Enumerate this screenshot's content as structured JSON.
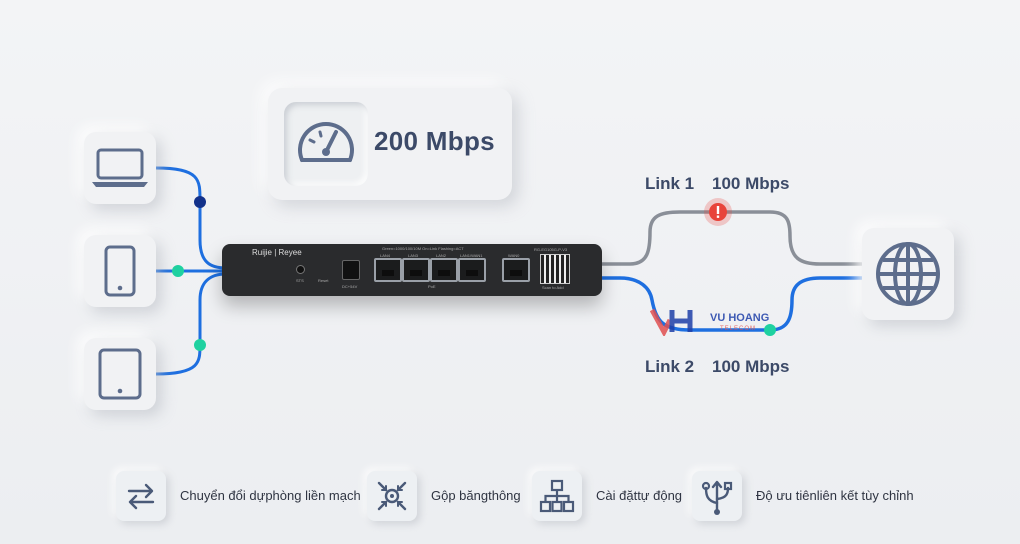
{
  "speed_card": {
    "value": "200 Mbps",
    "icon": "gauge-icon"
  },
  "links": [
    {
      "label": "Link 1",
      "speed": "100 Mbps",
      "status": "error",
      "status_color": "#e8433a"
    },
    {
      "label": "Link 2",
      "speed": "100 Mbps",
      "status": "ok",
      "status_color": "#1fd1a0"
    }
  ],
  "devices": [
    {
      "icon": "laptop-icon"
    },
    {
      "icon": "smartphone-icon"
    },
    {
      "icon": "tablet-icon"
    }
  ],
  "internet": {
    "icon": "globe-icon"
  },
  "switch": {
    "brand": "Ruijie | Reyee",
    "status_leds": "Green=1000/100/10M On=Link Flashing=ACT",
    "port_labels": [
      "LAN4",
      "LAN3",
      "LAN2",
      "LAN1/WAN1"
    ],
    "wan_label": "WAN0",
    "model": "RG-EG105G-P-V3",
    "qr_caption": "Scan to Add",
    "sts_label": "STS",
    "reset_label": "Reset",
    "dc_label": "DC+54V",
    "poe_label": "PoE"
  },
  "watermark": {
    "text": "VU HOANG",
    "sub": "TELECOM"
  },
  "features": [
    {
      "icon": "swap-arrows-icon",
      "label": "Chuyển đổi dựphòng liền mạch"
    },
    {
      "icon": "aggregate-icon",
      "label": "Gộp băngthông"
    },
    {
      "icon": "hierarchy-icon",
      "label": "Cài đặttự động"
    },
    {
      "icon": "fork-icon",
      "label": "Độ ưu tiênliên kết tùy chỉnh"
    }
  ],
  "colors": {
    "line_blue": "#1e6fe0",
    "line_gray": "#8a8f98",
    "node_dark": "#12318a",
    "node_green": "#1fd1a0",
    "text_dark": "#3c4a68"
  }
}
